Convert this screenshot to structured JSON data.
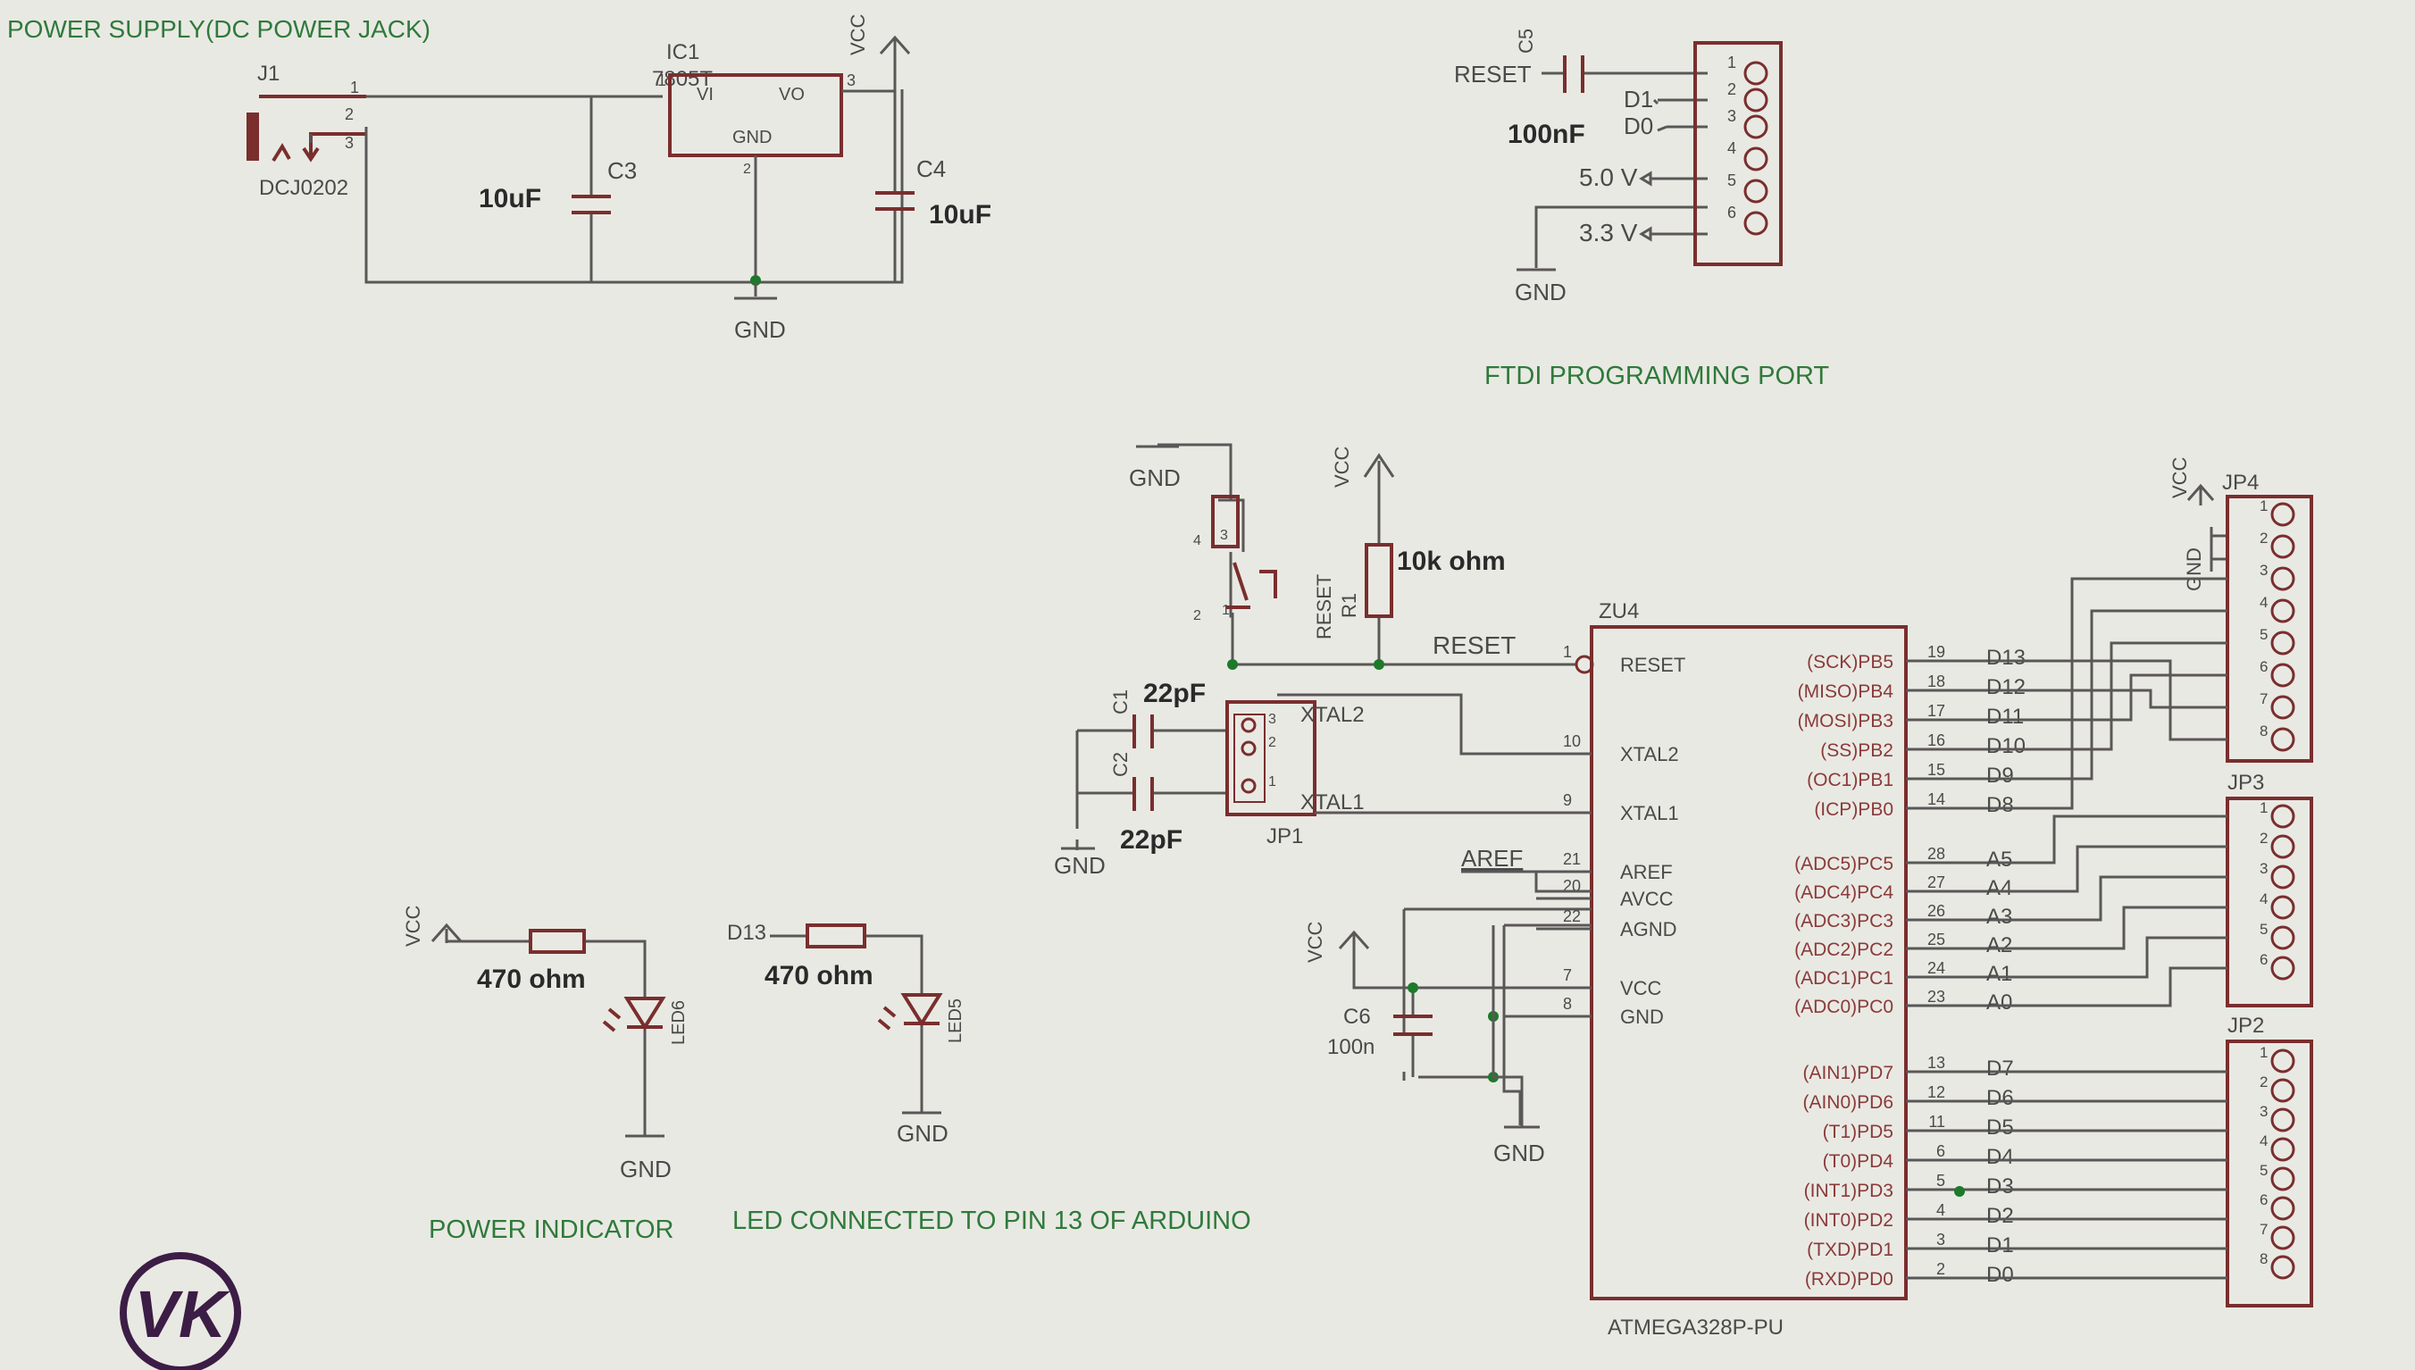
{
  "section_titles": {
    "power_supply": "POWER SUPPLY(DC POWER JACK)",
    "ftdi": "FTDI PROGRAMMING PORT",
    "power_indicator": "POWER INDICATOR",
    "led13": "LED CONNECTED TO PIN 13 OF ARDUINO"
  },
  "power": {
    "j1_ref": "J1",
    "j1_part": "DCJ0202",
    "j1_pins": [
      "1",
      "2",
      "3"
    ],
    "ic1_ref": "IC1",
    "ic1_part": "7805T",
    "ic1_vi": "VI",
    "ic1_vo": "VO",
    "ic1_gnd": "GND",
    "ic1_pin_in": "1",
    "ic1_pin_out": "3",
    "ic1_pin_gnd": "2",
    "c3_ref": "C3",
    "c3_val": "10uF",
    "c4_ref": "C4",
    "c4_val": "10uF",
    "vcc": "VCC",
    "gnd": "GND"
  },
  "ftdi": {
    "c5_ref": "C5",
    "c5_val": "100nF",
    "reset": "RESET",
    "d1": "D1",
    "d0": "D0",
    "v5": "5.0 V",
    "v33": "3.3 V",
    "gnd": "GND",
    "pins": [
      "1",
      "2",
      "3",
      "4",
      "5",
      "6"
    ]
  },
  "reset_circuit": {
    "gnd": "GND",
    "vcc": "VCC",
    "switch_ref": "RESET",
    "sw_pins": [
      "4",
      "3",
      "1",
      "2"
    ],
    "r1_ref": "R1",
    "r1_val": "10k ohm",
    "net_reset": "RESET"
  },
  "crystal": {
    "c1_ref": "C1",
    "c1_val": "22pF",
    "c2_ref": "C2",
    "c2_val": "22pF",
    "jp1_ref": "JP1",
    "jp1_pins": [
      "3",
      "2",
      "1"
    ],
    "xtal2": "XTAL2",
    "xtal1": "XTAL1",
    "gnd": "GND"
  },
  "mcu": {
    "ref": "ZU4",
    "part": "ATMEGA328P-PU",
    "left_pins": [
      {
        "num": "1",
        "name": "RESET"
      },
      {
        "num": "10",
        "name": "XTAL2"
      },
      {
        "num": "9",
        "name": "XTAL1"
      },
      {
        "num": "21",
        "name": "AREF"
      },
      {
        "num": "20",
        "name": "AVCC"
      },
      {
        "num": "22",
        "name": "AGND"
      },
      {
        "num": "7",
        "name": "VCC"
      },
      {
        "num": "8",
        "name": "GND"
      }
    ],
    "right_pins": [
      {
        "num": "19",
        "name": "(SCK)PB5",
        "net": "D13"
      },
      {
        "num": "18",
        "name": "(MISO)PB4",
        "net": "D12"
      },
      {
        "num": "17",
        "name": "(MOSI)PB3",
        "net": "D11"
      },
      {
        "num": "16",
        "name": "(SS)PB2",
        "net": "D10"
      },
      {
        "num": "15",
        "name": "(OC1)PB1",
        "net": "D9"
      },
      {
        "num": "14",
        "name": "(ICP)PB0",
        "net": "D8"
      },
      {
        "num": "28",
        "name": "(ADC5)PC5",
        "net": "A5"
      },
      {
        "num": "27",
        "name": "(ADC4)PC4",
        "net": "A4"
      },
      {
        "num": "26",
        "name": "(ADC3)PC3",
        "net": "A3"
      },
      {
        "num": "25",
        "name": "(ADC2)PC2",
        "net": "A2"
      },
      {
        "num": "24",
        "name": "(ADC1)PC1",
        "net": "A1"
      },
      {
        "num": "23",
        "name": "(ADC0)PC0",
        "net": "A0"
      },
      {
        "num": "13",
        "name": "(AIN1)PD7",
        "net": "D7"
      },
      {
        "num": "12",
        "name": "(AIN0)PD6",
        "net": "D6"
      },
      {
        "num": "11",
        "name": "(T1)PD5",
        "net": "D5"
      },
      {
        "num": "6",
        "name": "(T0)PD4",
        "net": "D4"
      },
      {
        "num": "5",
        "name": "(INT1)PD3",
        "net": "D3"
      },
      {
        "num": "4",
        "name": "(INT0)PD2",
        "net": "D2"
      },
      {
        "num": "3",
        "name": "(TXD)PD1",
        "net": "D1"
      },
      {
        "num": "2",
        "name": "(RXD)PD0",
        "net": "D0"
      }
    ],
    "aref_net": "AREF"
  },
  "decoupling": {
    "vcc": "VCC",
    "c6_ref": "C6",
    "c6_val": "100n",
    "gnd": "GND"
  },
  "headers": {
    "jp4": "JP4",
    "jp3": "JP3",
    "jp2": "JP2",
    "vcc": "VCC",
    "gnd": "GND",
    "jp4_pins": [
      "1",
      "2",
      "3",
      "4",
      "5",
      "6",
      "7",
      "8"
    ],
    "jp3_pins": [
      "1",
      "2",
      "3",
      "4",
      "5",
      "6"
    ],
    "jp2_pins": [
      "1",
      "2",
      "3",
      "4",
      "5",
      "6",
      "7",
      "8"
    ]
  },
  "leds": {
    "vcc": "VCC",
    "r_power_val": "470 ohm",
    "led6": "LED6",
    "gnd": "GND",
    "d13": "D13",
    "r_13_val": "470 ohm",
    "led5": "LED5"
  },
  "logo": "VK",
  "colors": {
    "background": "#e9e9e3",
    "wire": "#5a5757",
    "part": "#7a2e2e",
    "title": "#2f7a3b",
    "junction": "#1d7a2b",
    "logo": "#3b1d45"
  }
}
